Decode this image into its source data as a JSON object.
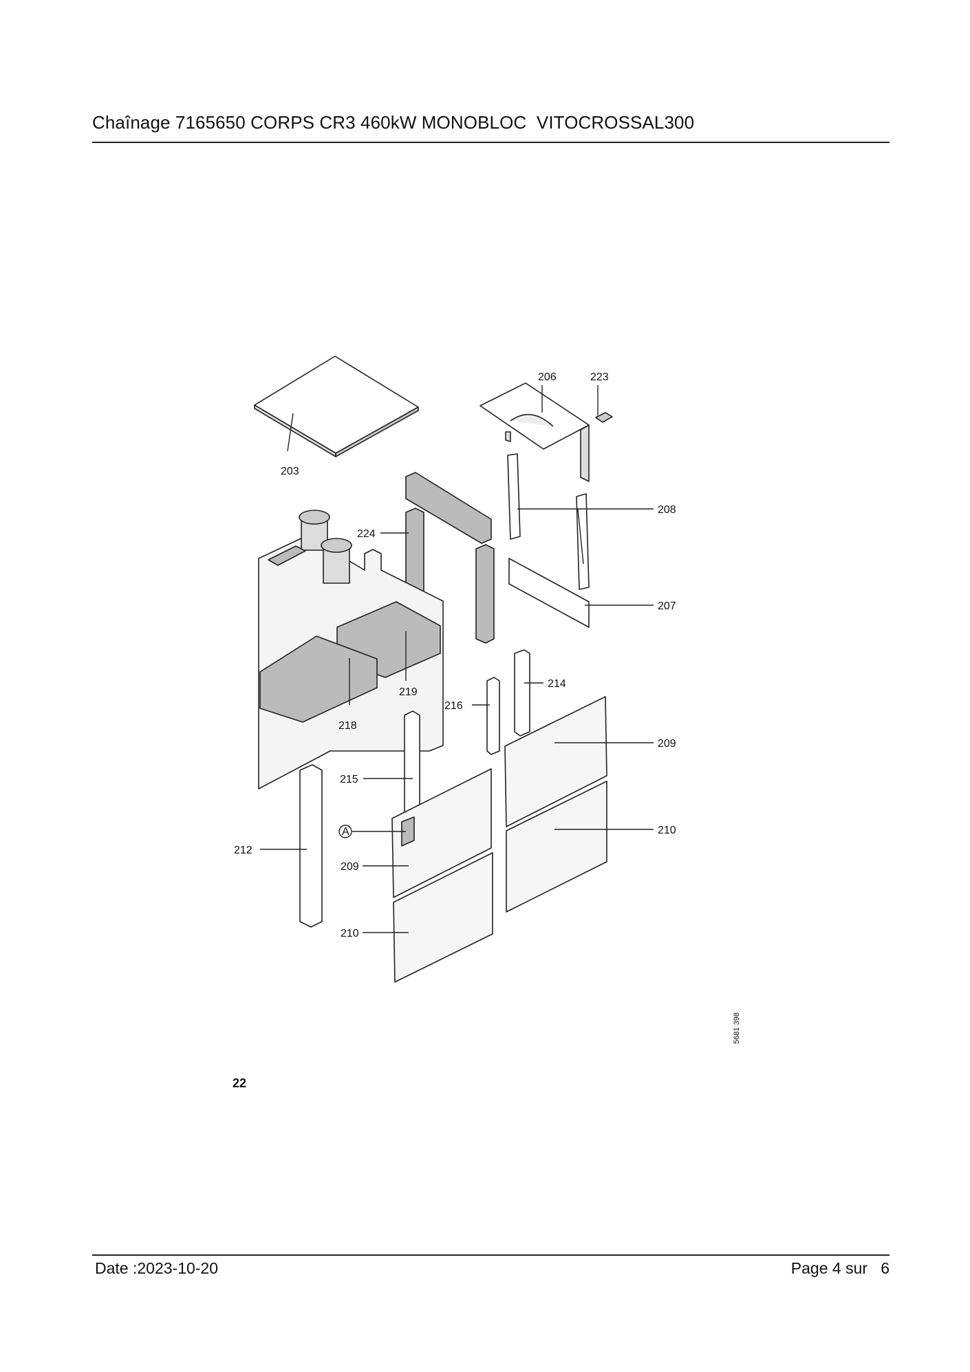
{
  "header": {
    "title": "Chaînage 7165650 CORPS CR3 460kW MONOBLOC  VITOCROSSAL300"
  },
  "diagram": {
    "labels": [
      "203",
      "206",
      "223",
      "224",
      "208",
      "207",
      "219",
      "218",
      "214",
      "216",
      "209",
      "215",
      "A",
      "212",
      "209",
      "210",
      "210"
    ],
    "page_number": "22",
    "ref_code": "5681 398"
  },
  "footer": {
    "date": "Date :2023-10-20",
    "page": "Page 4 sur   6"
  }
}
